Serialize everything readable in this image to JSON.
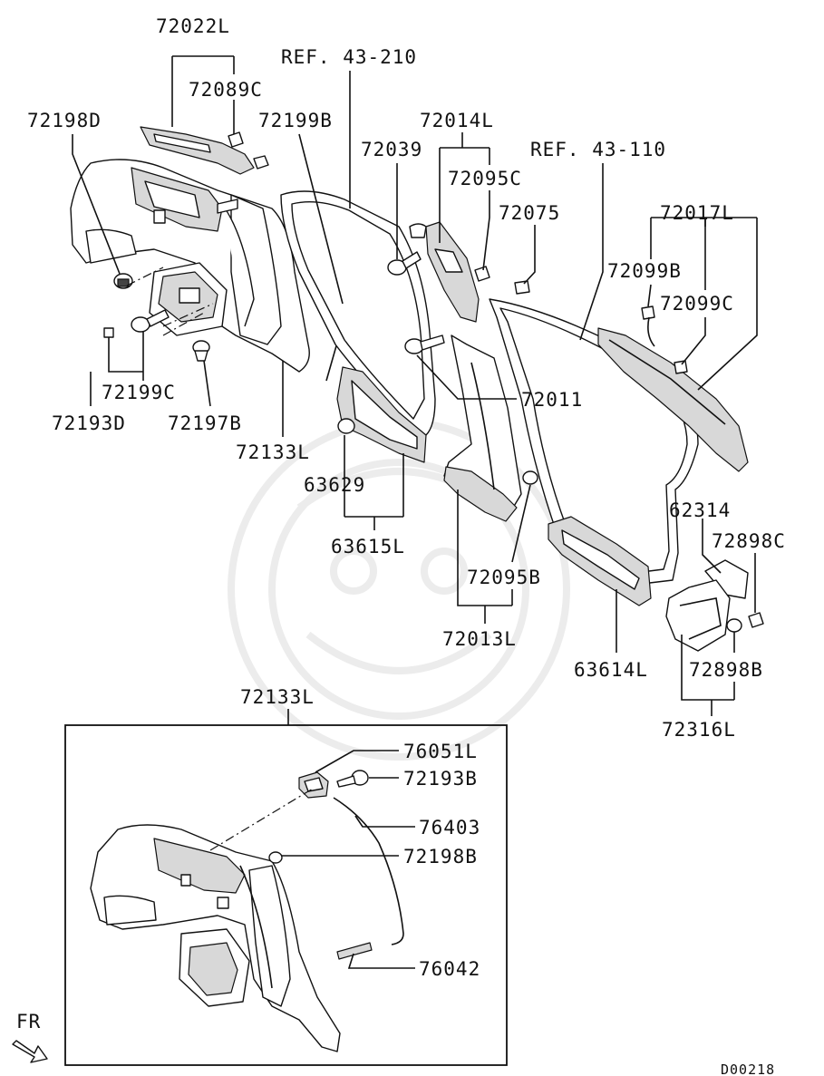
{
  "diagram": {
    "part_labels": {
      "p72022L": "72022L",
      "ref43210": "REF. 43-210",
      "p72089C": "72089C",
      "p72198D": "72198D",
      "p72199B": "72199B",
      "p72014L": "72014L",
      "p72039": "72039",
      "ref43110": "REF. 43-110",
      "p72095C": "72095C",
      "p72075": "72075",
      "p72017L": "72017L",
      "p72099B": "72099B",
      "p72099C": "72099C",
      "p72011": "72011",
      "p72199C": "72199C",
      "p72193D": "72193D",
      "p72197B": "72197B",
      "p72133L_top": "72133L",
      "p63629": "63629",
      "p63615L": "63615L",
      "p62314": "62314",
      "p72898C": "72898C",
      "p72095B": "72095B",
      "p72013L": "72013L",
      "p63614L": "63614L",
      "p72898B": "72898B",
      "p72316L": "72316L",
      "p72133L_box": "72133L",
      "p76051L": "76051L",
      "p72193B": "72193B",
      "p76403": "76403",
      "p72198B": "72198B",
      "p76042": "76042"
    },
    "direction_label": "FR",
    "diagram_code": "D00218"
  }
}
